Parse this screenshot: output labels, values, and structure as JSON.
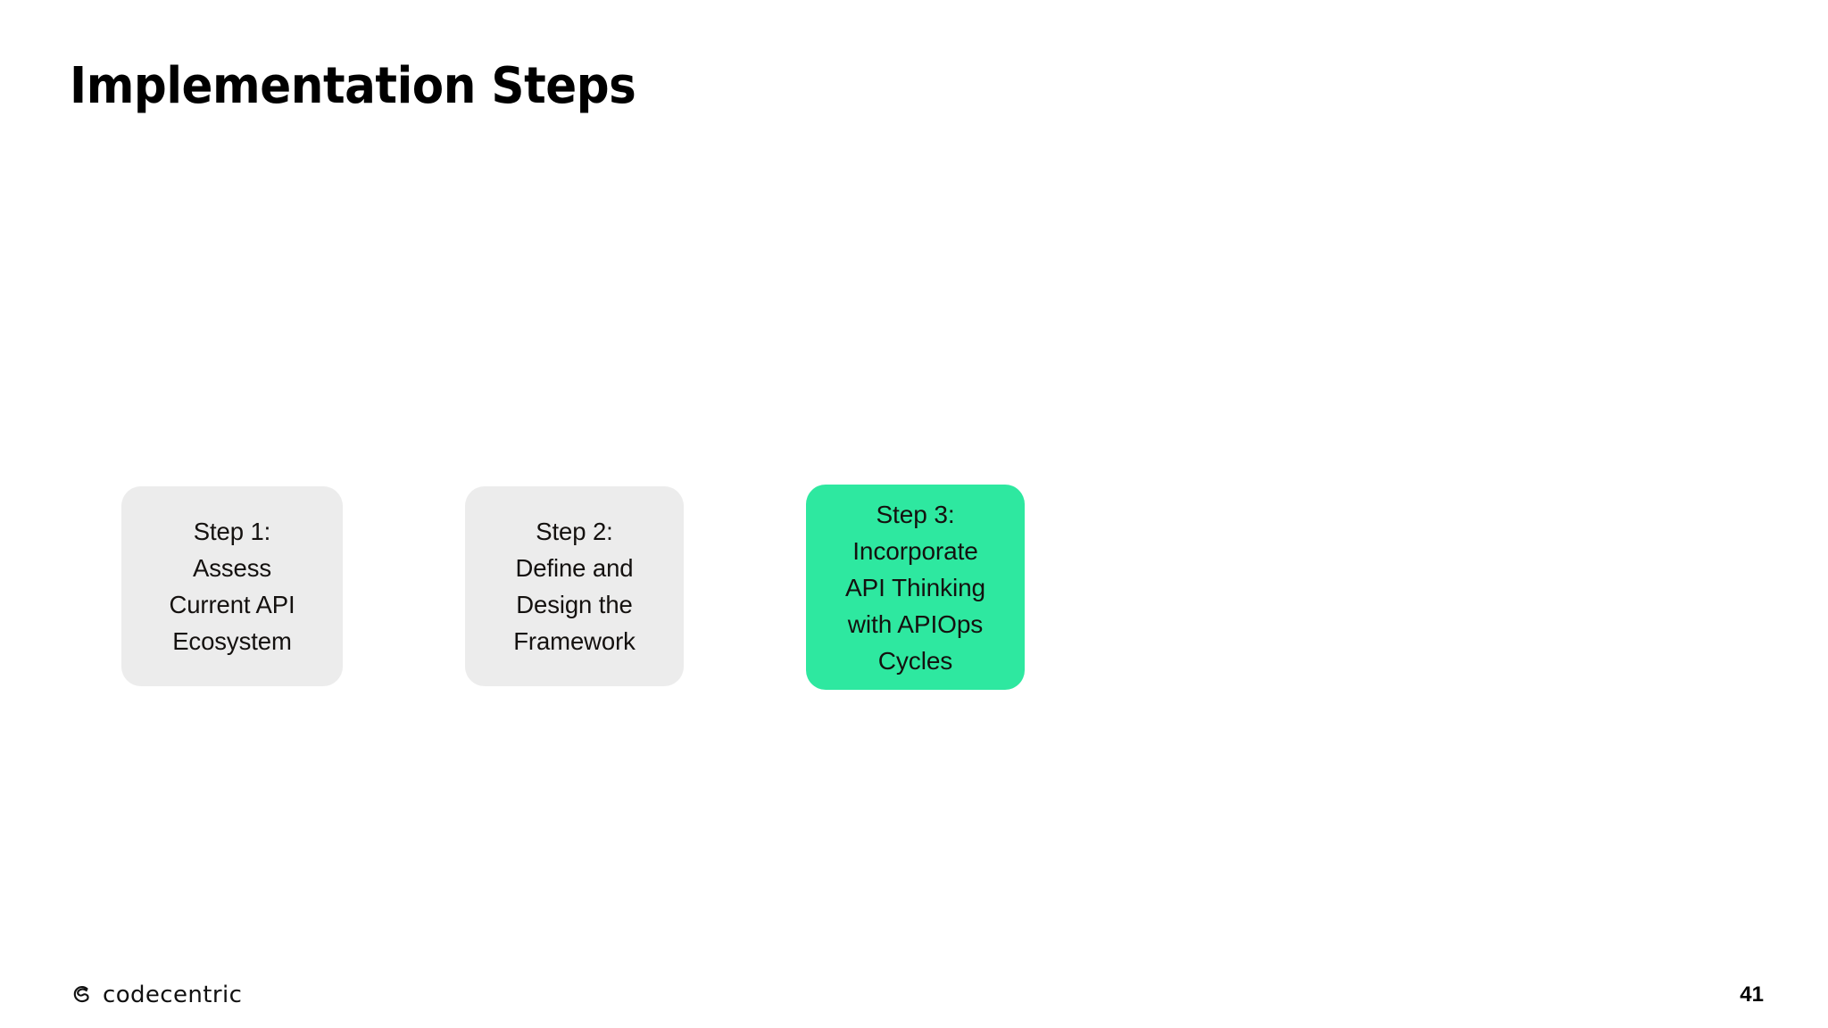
{
  "slide": {
    "title": "Implementation Steps",
    "background_color": "#FFFFFF",
    "page_number": "41"
  },
  "steps": [
    {
      "id": "step-1",
      "text": "Step 1:\nAssess\nCurrent API\nEcosystem",
      "label": "Step 1:",
      "body": "Assess Current API Ecosystem",
      "background_color": "#ECECEC",
      "text_color": "#14110F",
      "highlighted": false
    },
    {
      "id": "step-2",
      "text": "Step 2:\nDefine and\nDesign the\nFramework",
      "label": "Step 2:",
      "body": "Define and Design the Framework",
      "background_color": "#ECECEC",
      "text_color": "#14110F",
      "highlighted": false
    },
    {
      "id": "step-3",
      "text": "Step 3:\nIncorporate\nAPI Thinking\nwith APIOps\nCycles",
      "label": "Step 3:",
      "body": "Incorporate API Thinking with APIOps Cycles",
      "background_color": "#2EE8A0",
      "text_color": "#14110F",
      "highlighted": true
    }
  ],
  "footer": {
    "logo_icon": "codecentric-loop-mark-icon",
    "logo_text": "codecentric"
  },
  "colors": {
    "accent_green": "#2EE8A0",
    "card_gray": "#ECECEC",
    "text_black": "#000000"
  }
}
